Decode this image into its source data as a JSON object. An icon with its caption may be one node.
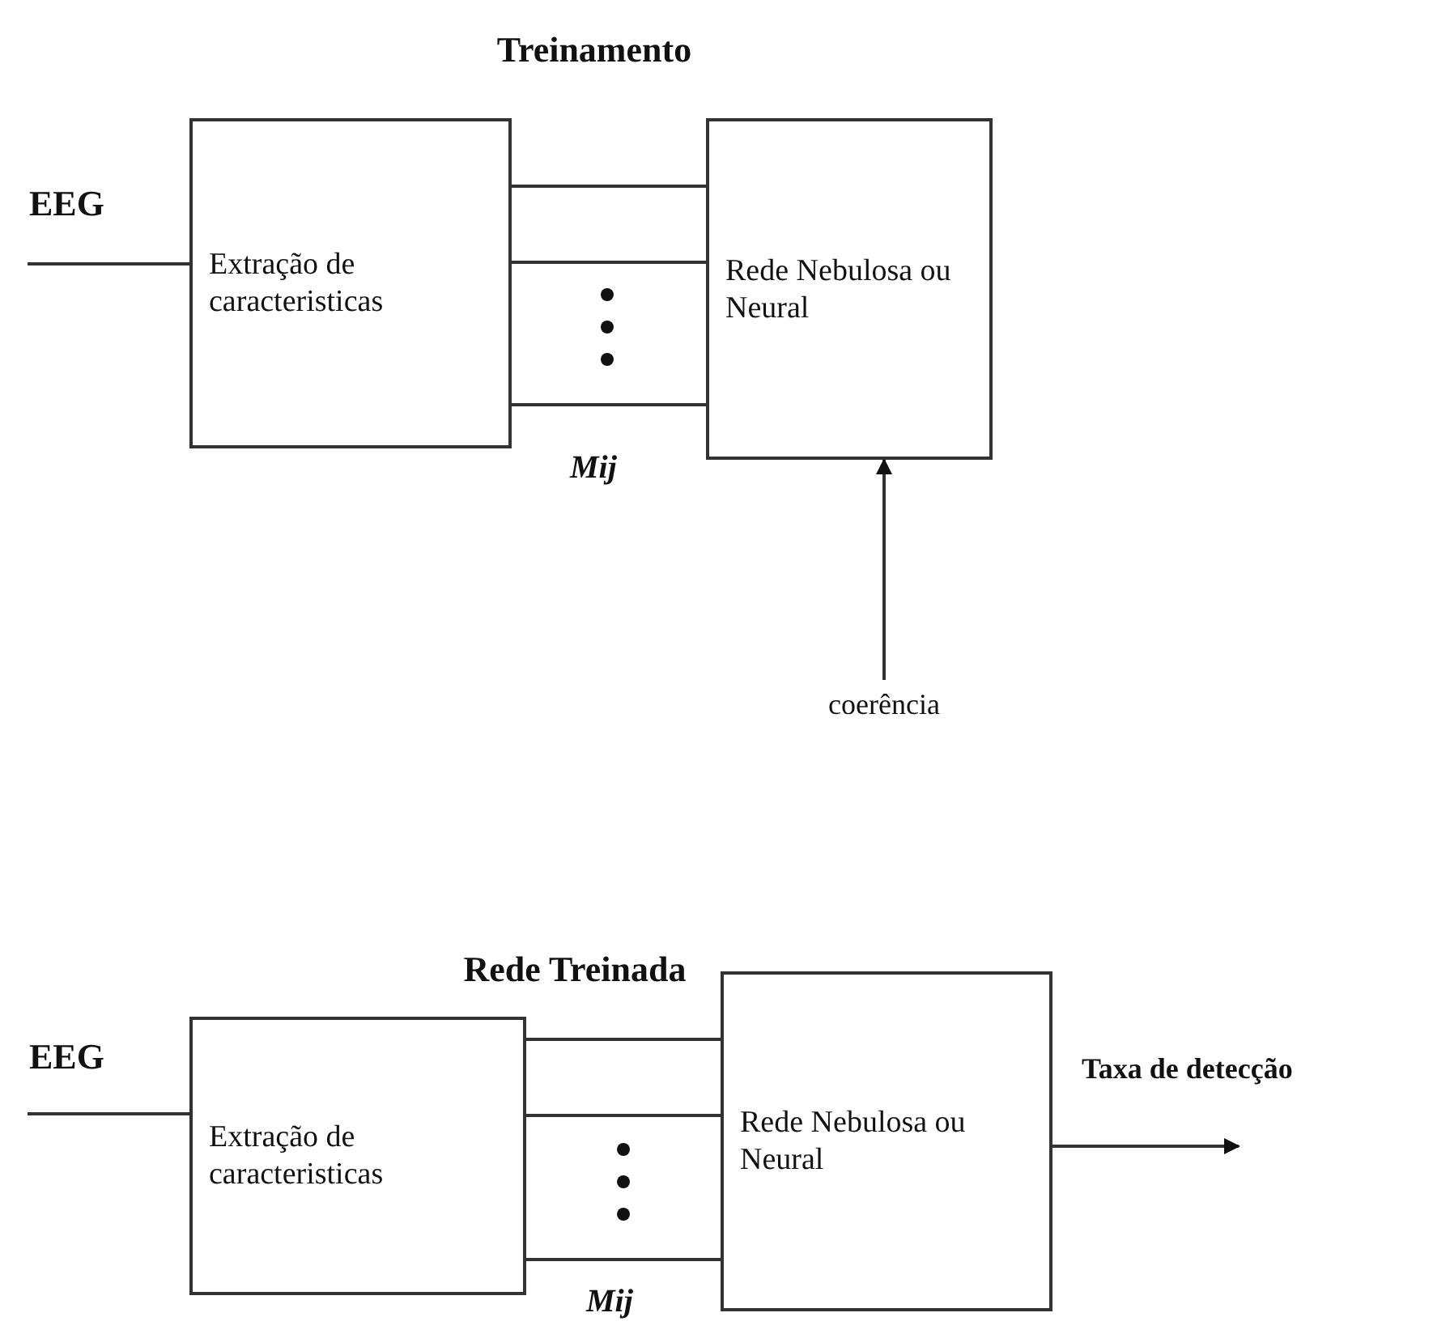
{
  "diagram": {
    "nodes": [
      {
        "text": [
          "Extração de caracteristicas"
        ]
      },
      {
        "text": [
          "Rede Nebulosa ou Neural"
        ]
      },
      {
        "text": [
          "coerência"
        ]
      },
      {
        "text": [
          "Extração de caracteristicas"
        ]
      },
      {
        "text": [
          "Rede Nebulosa ou Neural"
        ]
      }
    ],
    "edges": [
      {
        "from": null,
        "to": 0,
        "arrow": "none",
        "label": "EEG"
      },
      {
        "from": 0,
        "to": 1,
        "arrow": "none"
      },
      {
        "from": 0,
        "to": 1,
        "arrow": "none"
      },
      {
        "from": 0,
        "to": 1,
        "arrow": "none"
      },
      {
        "from": 2,
        "to": 1,
        "arrow": "to"
      },
      {
        "from": null,
        "to": 3,
        "arrow": "none",
        "label": "EEG"
      },
      {
        "from": 3,
        "to": 4,
        "arrow": "none"
      },
      {
        "from": 3,
        "to": 4,
        "arrow": "none"
      },
      {
        "from": 3,
        "to": 4,
        "arrow": "none"
      },
      {
        "from": 4,
        "to": null,
        "arrow": "to",
        "label": "Taxa de detecção"
      }
    ],
    "labels": [
      "Treinamento",
      "Mij",
      "Rede Treinada",
      "Mij"
    ]
  }
}
